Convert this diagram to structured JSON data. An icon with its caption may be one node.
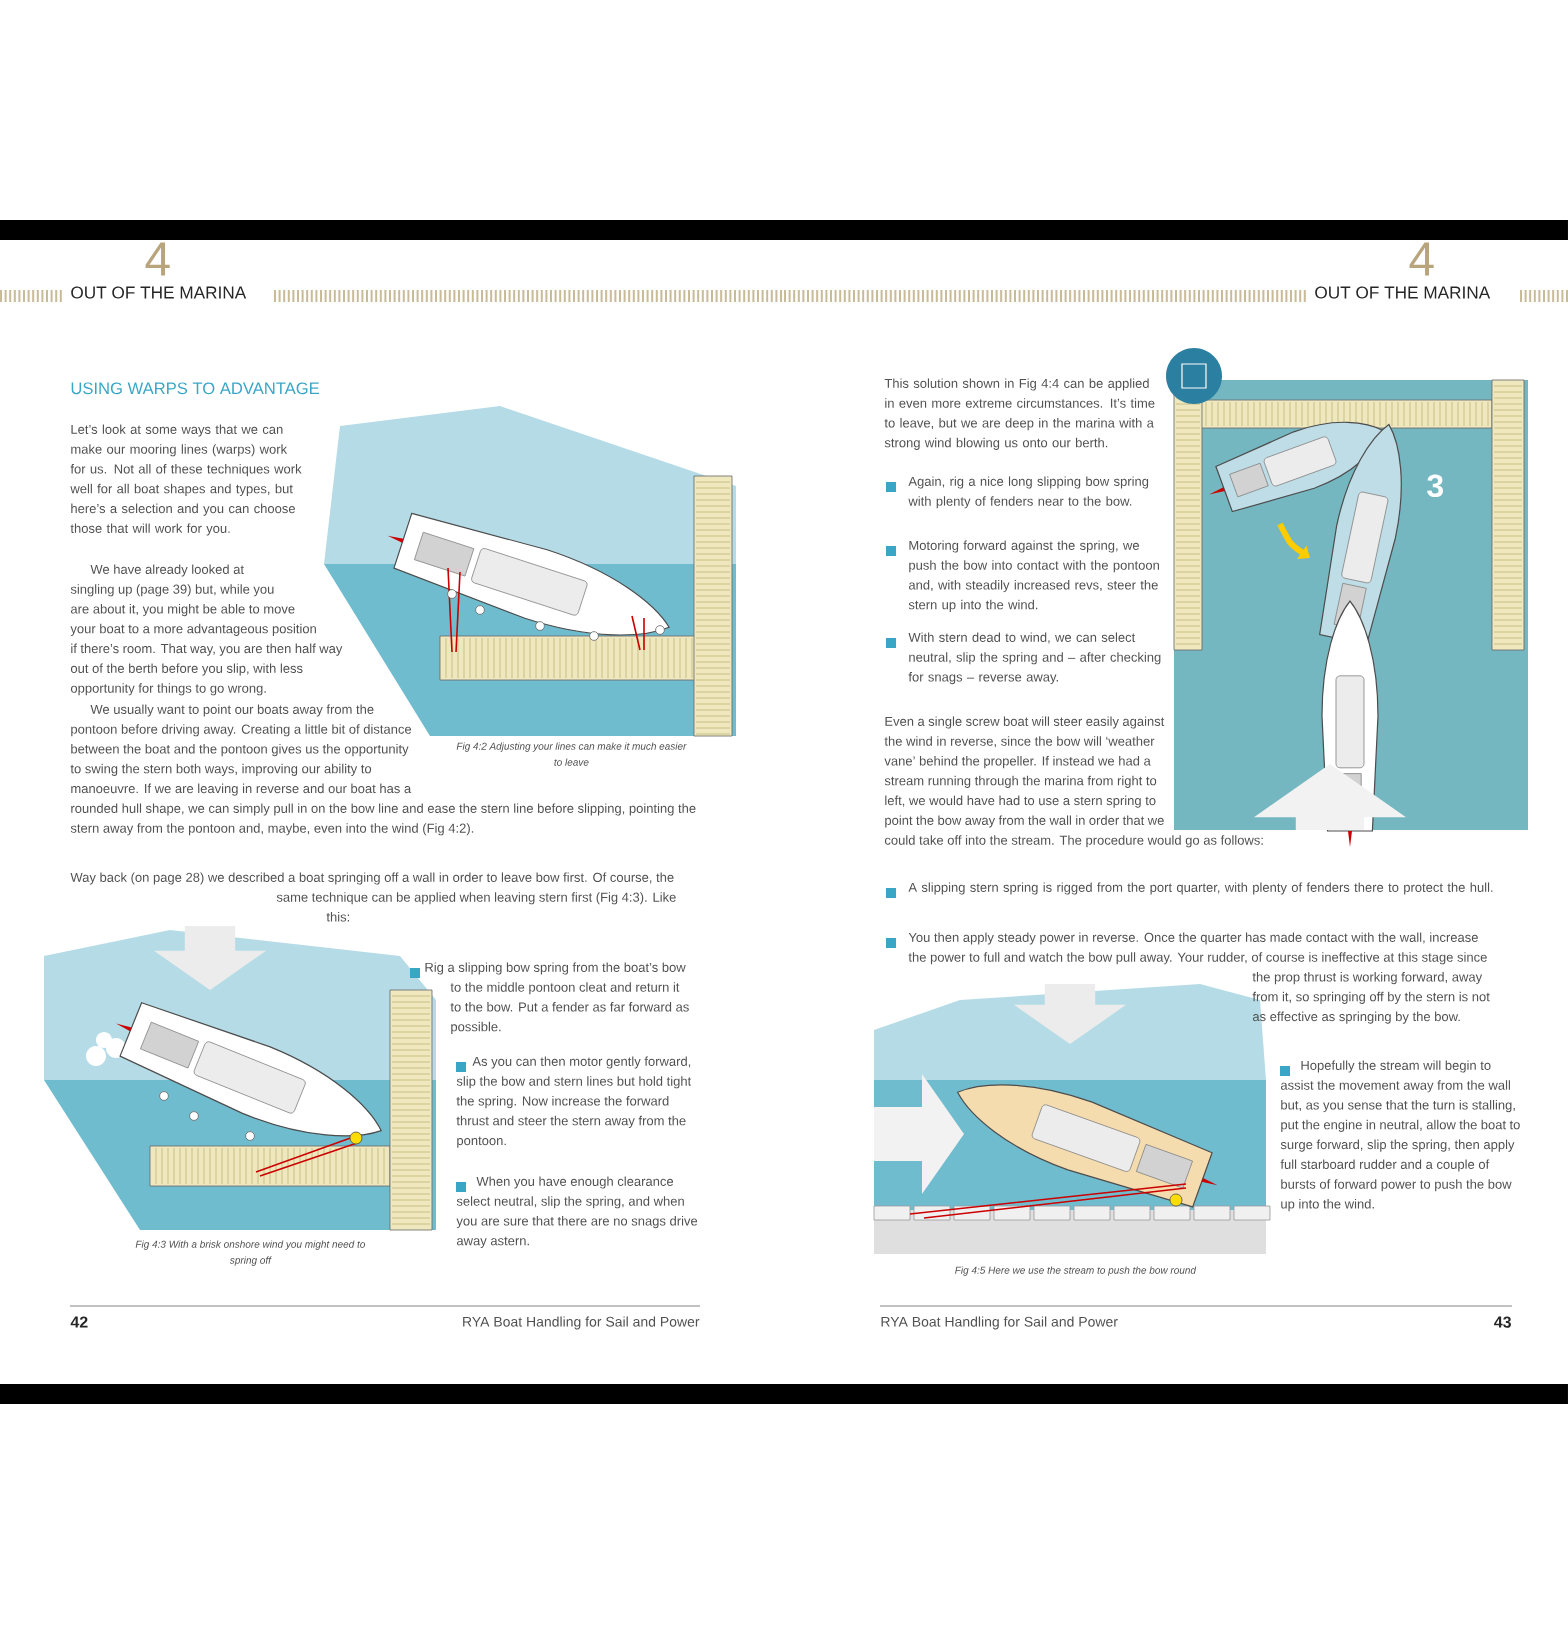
{
  "diagram": {
    "labels": [
      "OUT OF THE MARINA",
      "4",
      "OUT OF THE MARINA",
      "4",
      "USING WARPS TO ADVANTAGE",
      "Let’s look at some ways that we can make our mooring lines (warps) work for us. Not all of these techniques work well for all boat shapes and types, but here’s a selection and you can choose those that will work for you.",
      "We have already looked at singling up (page 39) but, while you are about it, you might be able to move your boat to a more advantageous position if there’s room. That way, you are then half way out of the berth before you slip, with less opportunity for things to go wrong.",
      "We usually want to point our boats away from the pontoon before driving away. Creating a little bit of distance between the boat and the pontoon gives us the opportunity to swing the stern both ways, improving our ability to manoeuvre. If we are leaving in reverse and our boat has a rounded hull shape, we can simply pull in on the bow line and ease the stern line before slipping, pointing the stern away from the pontoon and, maybe, even into the wind (Fig 4:2).",
      "Fig 4:2 Adjusting your lines can make it much easier to leave",
      "Way back (on page 28) we described a boat springing off a wall in order to leave bow first. Of course, the same technique can be applied when leaving stern first (Fig 4:3). Like this:",
      "Rig a slipping bow spring from the boat’s bow to the middle pontoon cleat and return it to the bow. Put a fender as far forward as possible.",
      "As you can then motor gently forward, slip the bow and stern lines but hold tight the spring. Now increase the forward thrust and steer the stern away from the pontoon.",
      "When you have enough clearance select neutral, slip the spring, and when you are sure that there are no snags drive away astern.",
      "Fig 4:3 With a brisk onshore wind you might need to spring off",
      "42",
      "RYA Boat Handling for Sail and Power",
      "This solution shown in Fig 4:4 can be applied in even more extreme circumstances. It’s time to leave, but we are deep in the marina with a strong wind blowing us onto our berth.",
      "Again, rig a nice long slipping bow spring with plenty of fenders near to the bow.",
      "Motoring forward against the spring, we push the bow into contact with the pontoon and, with steadily increased revs, steer the stern up into the wind.",
      "With stern dead to wind, we can select neutral, slip the spring and – after checking for snags – reverse away.",
      "Even a single screw boat will steer easily against the wind in reverse, since the bow will ‘weather vane’ behind the propeller. If instead we had a stream running through the marina from right to left, we would have had to use a stern spring to point the bow away from the wall in order that we could take off into the stream. The procedure would go as follows:",
      "A slipping stern spring is rigged from the port quarter, with plenty of fenders there to protect the hull.",
      "You then apply steady power in reverse. Once the quarter has made contact with the wall, increase the power to full and watch the bow pull away. Your rudder, of course is ineffective at this stage since the prop thrust is working forward, away from it, so springing off by the stern is not as effective as springing by the bow.",
      "Hopefully the stream will begin to assist the movement away from the wall but, as you sense that the turn is stalling, put the engine in neutral, allow the boat to surge forward, slip the spring, then apply full starboard rudder and a couple of bursts of forward power to push the bow up into the wind.",
      "Fig 4:5 Here we use the stream to push the bow round",
      "RYA Boat Handling for Sail and Power",
      "43",
      "3"
    ]
  }
}
